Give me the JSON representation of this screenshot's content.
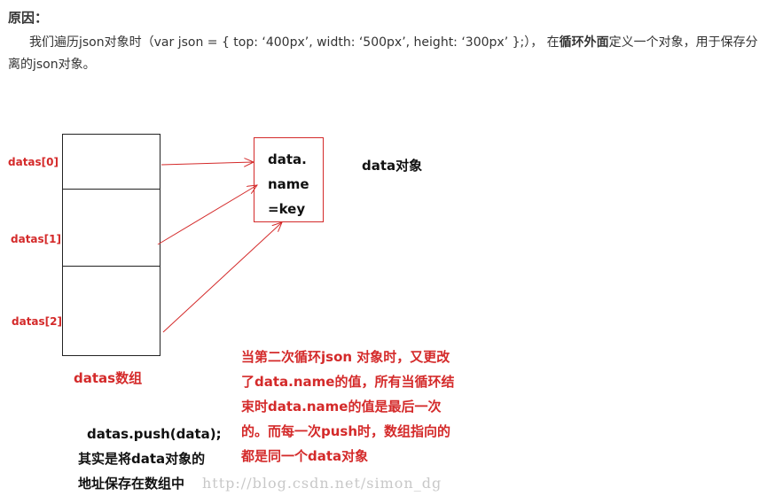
{
  "heading": "原因：",
  "paragraph": {
    "part1": "我们遍历json对象时（var json = { top: ‘400px’, width: ‘500px’, height: ‘300px’ };）， 在",
    "emphasis": "循环外面",
    "part2": "定义一个对象，用于保存分离的json对象。"
  },
  "diagram": {
    "array_labels": [
      "datas[0]",
      "datas[1]",
      "datas[2]"
    ],
    "array_caption": "datas数组",
    "object_lines": [
      "data.",
      "name",
      "=key"
    ],
    "object_caption": "data对象",
    "note_lines": [
      "当第二次循环json 对象时，又更改",
      "了data.name的值，所有当循环结",
      "束时data.name的值是最后一次",
      "的。而每一次push时，数组指向的",
      "都是同一个data对象"
    ],
    "push_lines": [
      "datas.push(data);",
      "其实是将data对象的",
      "地址保存在数组中"
    ],
    "colors": {
      "accent_red": "#d42a2a",
      "box_border": "#222222",
      "text": "#333333"
    }
  },
  "watermark": "http://blog.csdn.net/simon_dg"
}
